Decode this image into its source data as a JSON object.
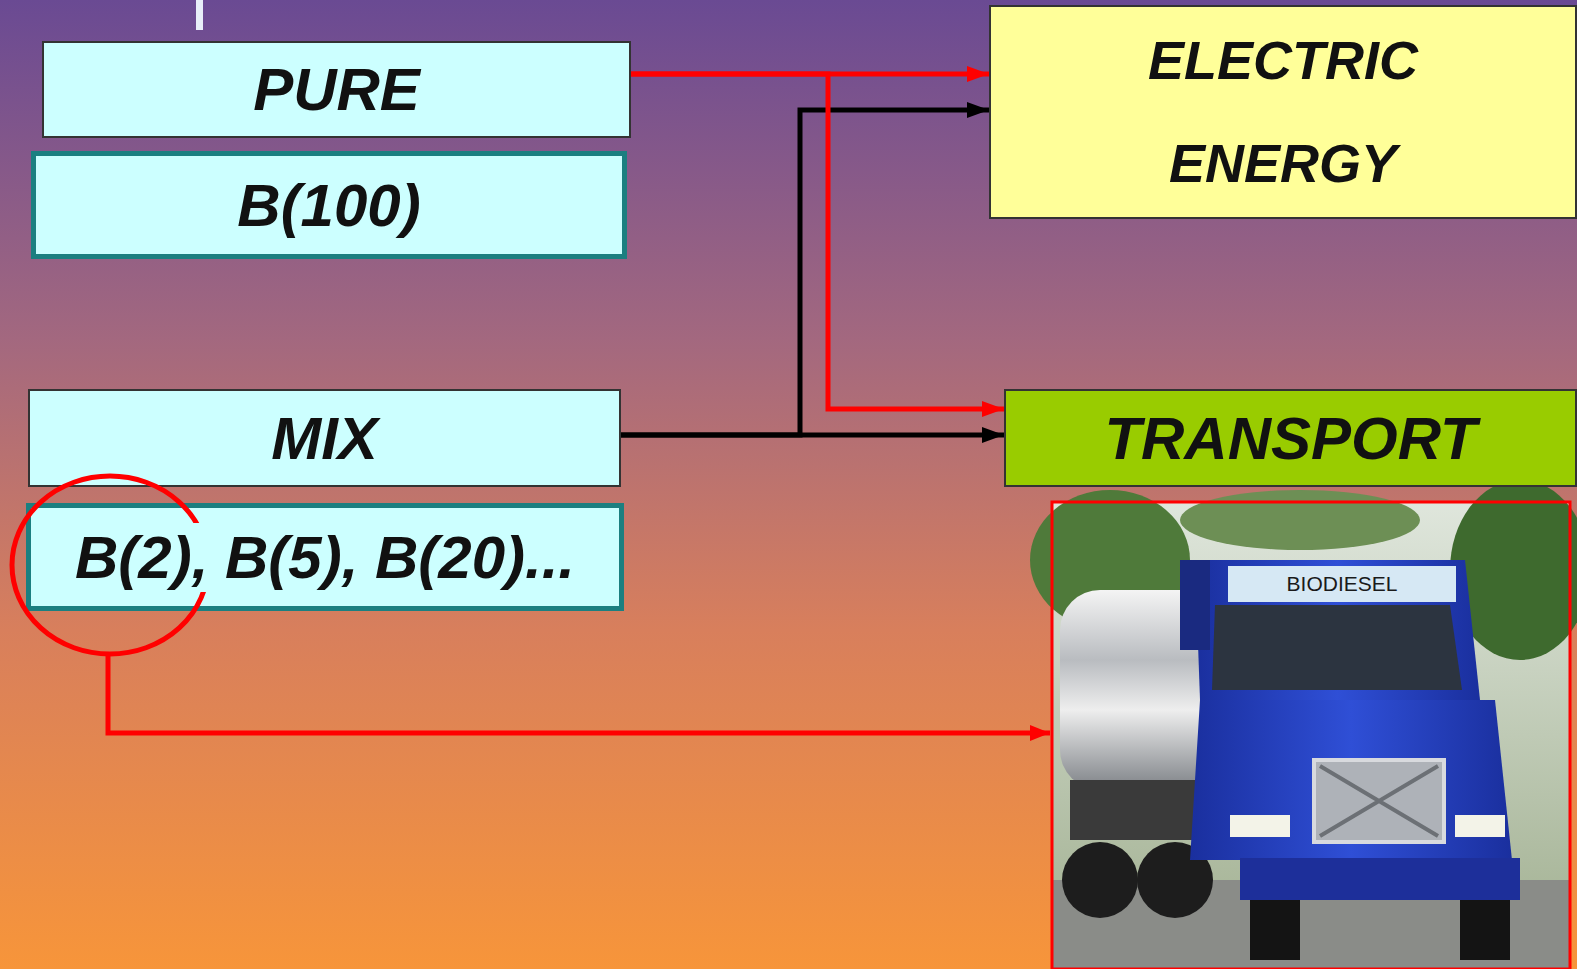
{
  "diagram": {
    "nodes": [
      {
        "text": [
          "PURE"
        ]
      },
      {
        "text": [
          "ELECTRIC ENERGY"
        ]
      },
      {
        "text": [
          "B(100)"
        ]
      },
      {
        "text": [
          "MIX"
        ]
      },
      {
        "text": [
          "TRANSPORT"
        ]
      },
      {
        "text": [
          "B(2), B(5), B(20)..."
        ]
      }
    ],
    "edges": [
      {
        "from": 0,
        "to": 1,
        "arrow": "to"
      },
      {
        "from": 0,
        "to": 4,
        "arrow": "to"
      },
      {
        "from": 3,
        "to": 1,
        "arrow": "to"
      },
      {
        "from": 3,
        "to": 4,
        "arrow": "to"
      }
    ],
    "labels": [
      "BIODIESEL"
    ]
  }
}
